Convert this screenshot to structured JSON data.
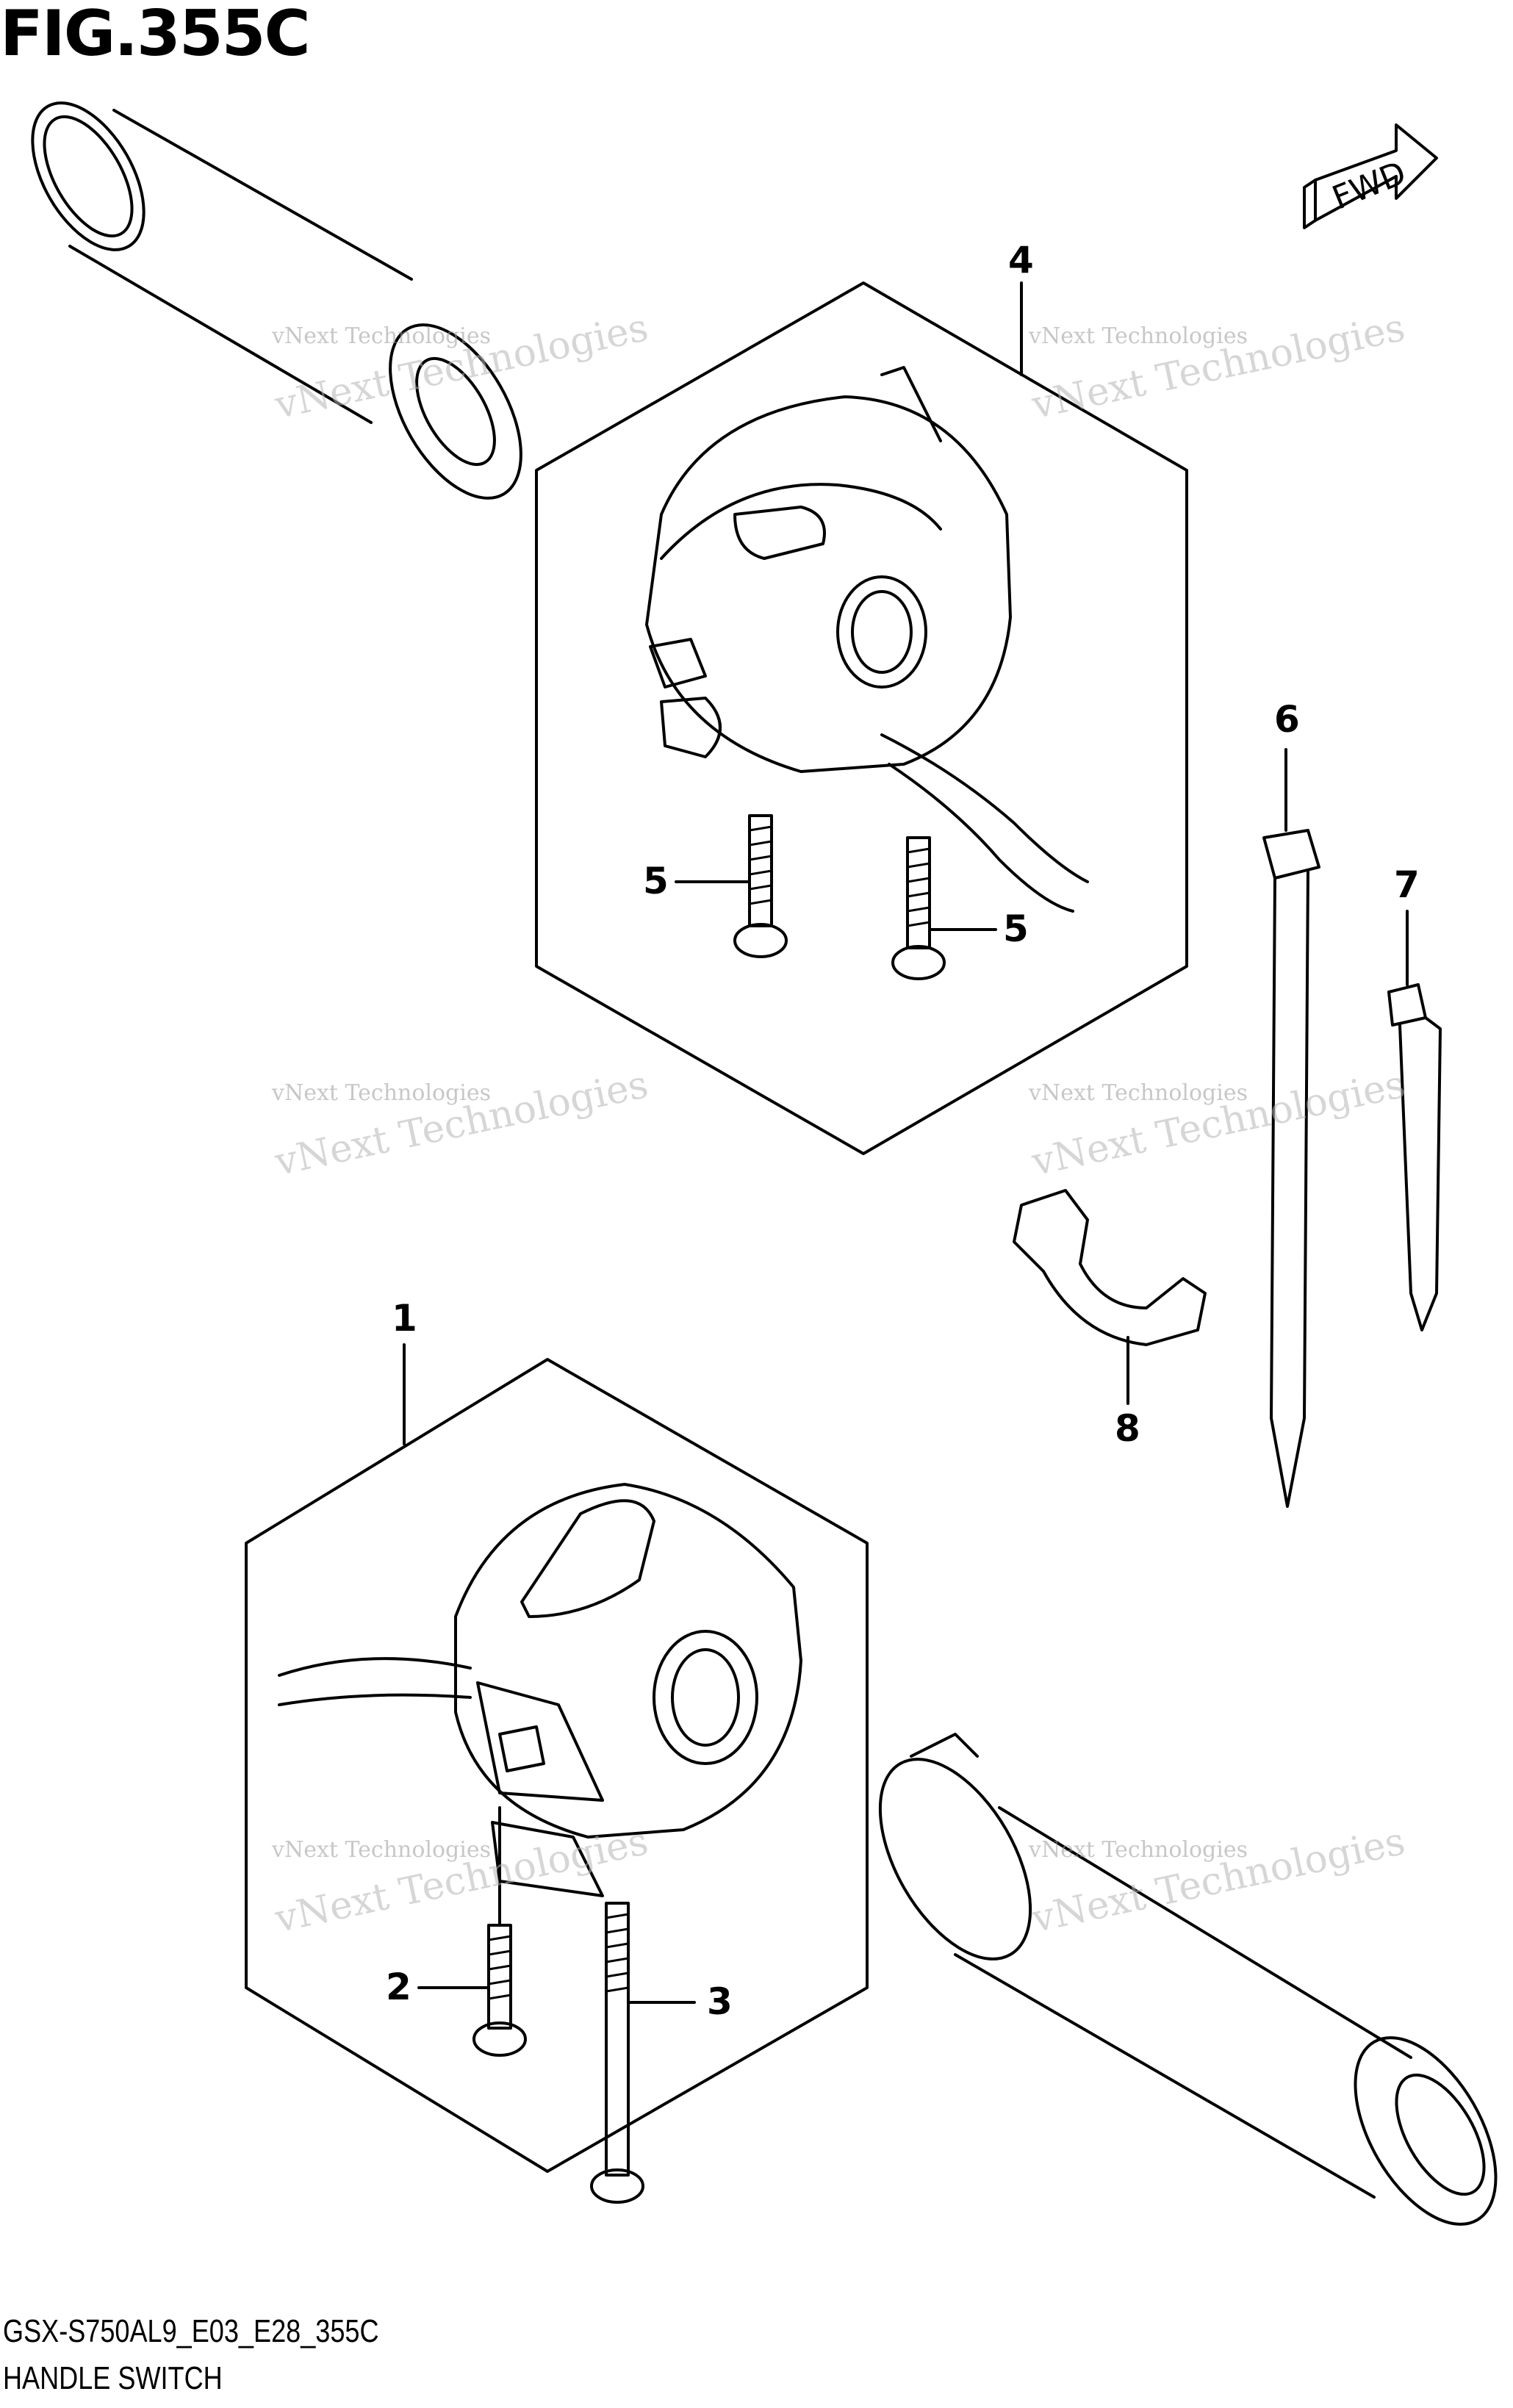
{
  "figure": {
    "title": "FIG.355C",
    "code": "GSX-S750AL9_E03_E28_355C",
    "name": "HANDLE SWITCH",
    "fwd_label": "FWD"
  },
  "callouts": [
    "1",
    "2",
    "3",
    "4",
    "5",
    "5",
    "6",
    "7",
    "8"
  ],
  "watermark": {
    "line1": "vNext Technologies",
    "line2": "vNext Technologies"
  },
  "parts": [
    {
      "ref": "1",
      "icon": "left-handle-switch-icon"
    },
    {
      "ref": "2",
      "icon": "screw-icon"
    },
    {
      "ref": "3",
      "icon": "long-screw-icon"
    },
    {
      "ref": "4",
      "icon": "right-handle-switch-icon"
    },
    {
      "ref": "5",
      "icon": "screw-icon"
    },
    {
      "ref": "6",
      "icon": "cable-tie-icon"
    },
    {
      "ref": "7",
      "icon": "cable-tie-icon"
    },
    {
      "ref": "8",
      "icon": "wire-clamp-icon"
    }
  ],
  "colors": {
    "line": "#000000",
    "background": "#ffffff",
    "watermark": "#9a9a9a"
  }
}
